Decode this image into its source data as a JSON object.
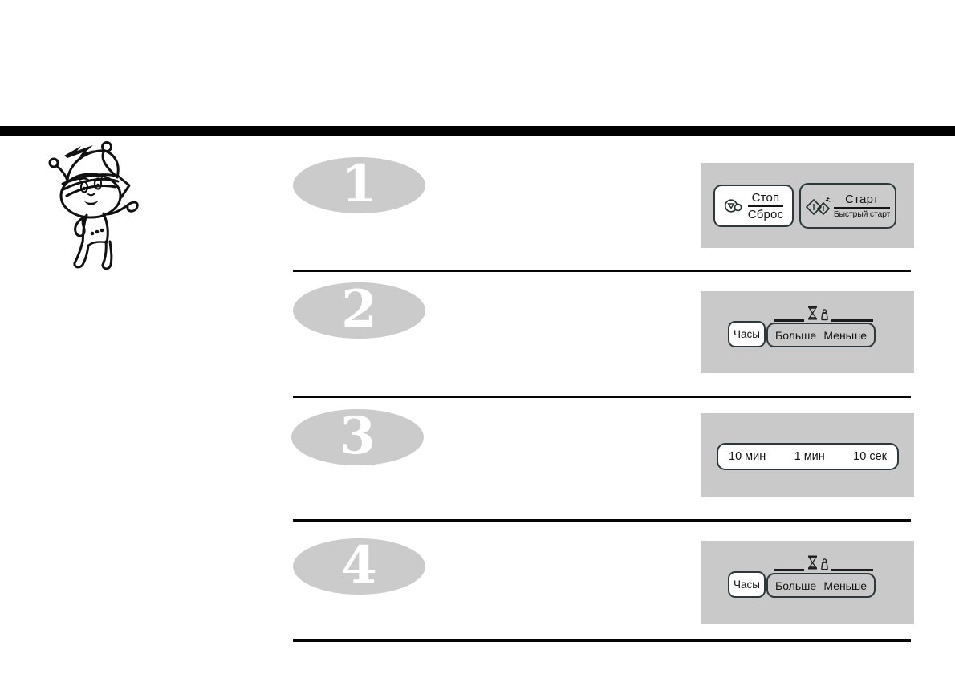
{
  "page": {
    "type": "microwave-oven-manual-steps-page",
    "language": "ru"
  },
  "colors": {
    "top_bar": "#000000",
    "panel_background": "#c9c9c9",
    "oval_background": "#cbcbcb",
    "oval_number": "#ffffff",
    "button_border": "#2c383b",
    "text": "#141414",
    "white_button": "#ffffff",
    "gray_button": "#cbcbcb"
  },
  "mascot": {
    "icon": "robot-mascot-icon"
  },
  "steps": [
    {
      "number": "1",
      "panel": {
        "stop_button": {
          "icon": "stop-icon",
          "label_top": "Стоп",
          "label_bottom": "Сброс"
        },
        "start_button": {
          "icon": "quick-start-icon",
          "label_top": "Старт",
          "label_bottom": "Быстрый старт"
        }
      }
    },
    {
      "number": "2",
      "panel": {
        "icons": [
          "hourglass-icon",
          "weight-icon"
        ],
        "clock_button": {
          "label": "Часы"
        },
        "more_less_button": {
          "more_label": "Больше",
          "less_label": "Меньше"
        }
      }
    },
    {
      "number": "3",
      "panel": {
        "time_button": {
          "labels": [
            "10 мин",
            "1 мин",
            "10 сек"
          ]
        }
      }
    },
    {
      "number": "4",
      "panel": {
        "icons": [
          "hourglass-icon",
          "weight-icon"
        ],
        "clock_button": {
          "label": "Часы"
        },
        "more_less_button": {
          "more_label": "Больше",
          "less_label": "Меньше"
        }
      }
    }
  ]
}
